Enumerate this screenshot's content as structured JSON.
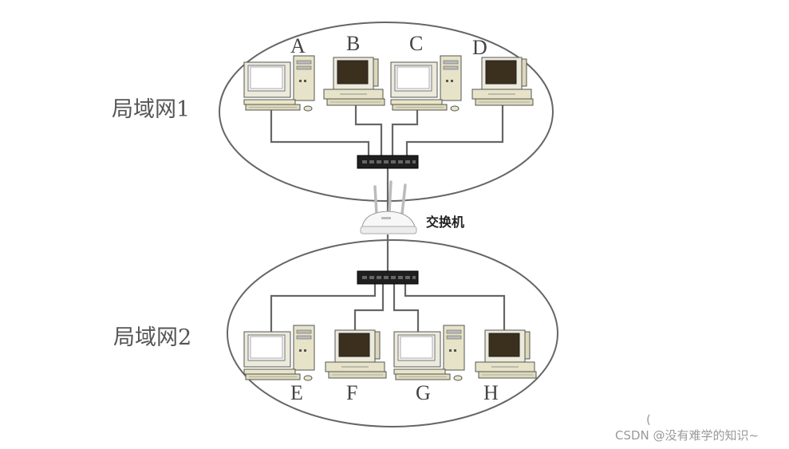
{
  "lan1": {
    "label": "局域网1",
    "computers": [
      "A",
      "B",
      "C",
      "D"
    ]
  },
  "lan2": {
    "label": "局域网2",
    "computers": [
      "E",
      "F",
      "G",
      "H"
    ]
  },
  "router": {
    "label": "交换机"
  },
  "watermark": {
    "text": "CSDN @没有难学的知识~",
    "mark": "("
  },
  "colors": {
    "line": "#666666",
    "screen_light": "#f2f2f2",
    "screen_dark": "#3b2f1e",
    "case": "#e9e6c8"
  }
}
